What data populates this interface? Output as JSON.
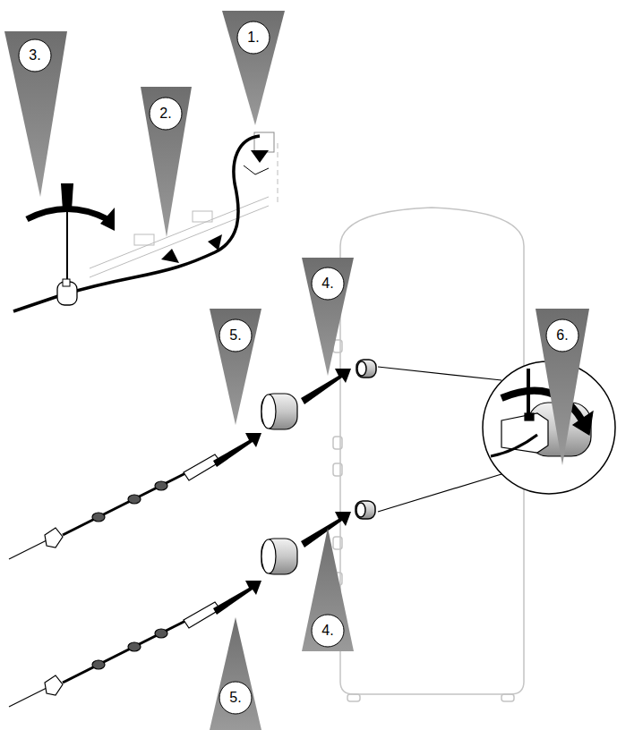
{
  "diagram": {
    "labels": [
      "1.",
      "3.",
      "2.",
      "4.",
      "5.",
      "6.",
      "4.",
      "5."
    ]
  }
}
